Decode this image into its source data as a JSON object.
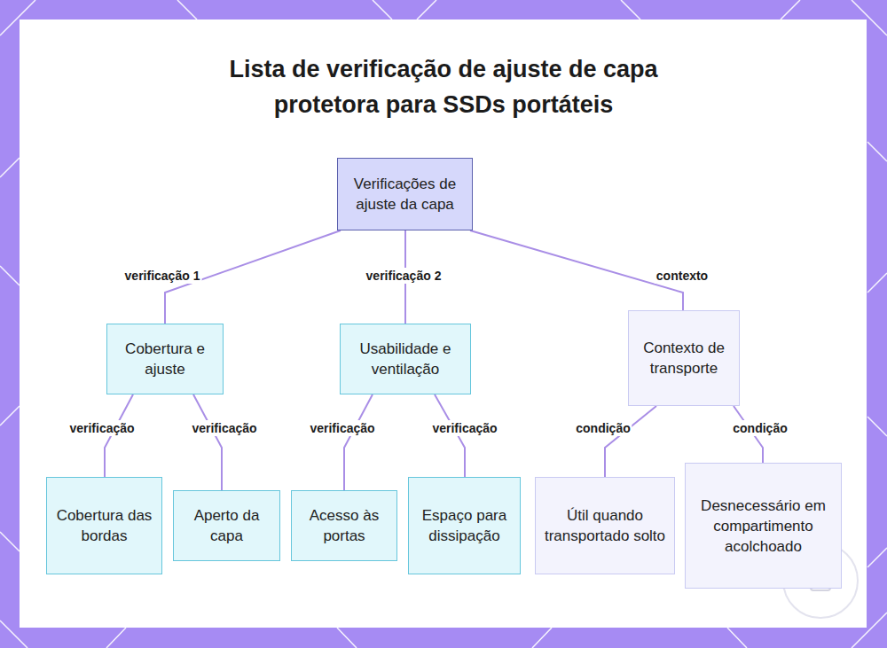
{
  "diagram": {
    "title": "Lista de verificação de ajuste de capa protetora para SSDs portáteis",
    "nodes": [
      {
        "text": [
          "Verificações de ajuste da capa"
        ]
      },
      {
        "text": [
          "Cobertura e ajuste"
        ]
      },
      {
        "text": [
          "Usabilidade e ventilação"
        ]
      },
      {
        "text": [
          "Contexto de transporte"
        ]
      },
      {
        "text": [
          "Cobertura das bordas"
        ]
      },
      {
        "text": [
          "Aperto da capa"
        ]
      },
      {
        "text": [
          "Acesso às portas"
        ]
      },
      {
        "text": [
          "Espaço para dissipação"
        ]
      },
      {
        "text": [
          "Útil quando transportado solto"
        ]
      },
      {
        "text": [
          "Desnecessário em compartimento acolchoado"
        ]
      }
    ],
    "edges": [
      {
        "from": 0,
        "to": 1,
        "arrow": "none",
        "label": "verificação 1"
      },
      {
        "from": 0,
        "to": 2,
        "arrow": "none",
        "label": "verificação 2"
      },
      {
        "from": 0,
        "to": 3,
        "arrow": "none",
        "label": "contexto"
      },
      {
        "from": 1,
        "to": 4,
        "arrow": "none",
        "label": "verificação"
      },
      {
        "from": 1,
        "to": 5,
        "arrow": "none",
        "label": "verificação"
      },
      {
        "from": 2,
        "to": 6,
        "arrow": "none",
        "label": "verificação"
      },
      {
        "from": 2,
        "to": 7,
        "arrow": "none",
        "label": "verificação"
      },
      {
        "from": 3,
        "to": 8,
        "arrow": "none",
        "label": "condição"
      },
      {
        "from": 3,
        "to": 9,
        "arrow": "none",
        "label": "condição"
      }
    ]
  }
}
